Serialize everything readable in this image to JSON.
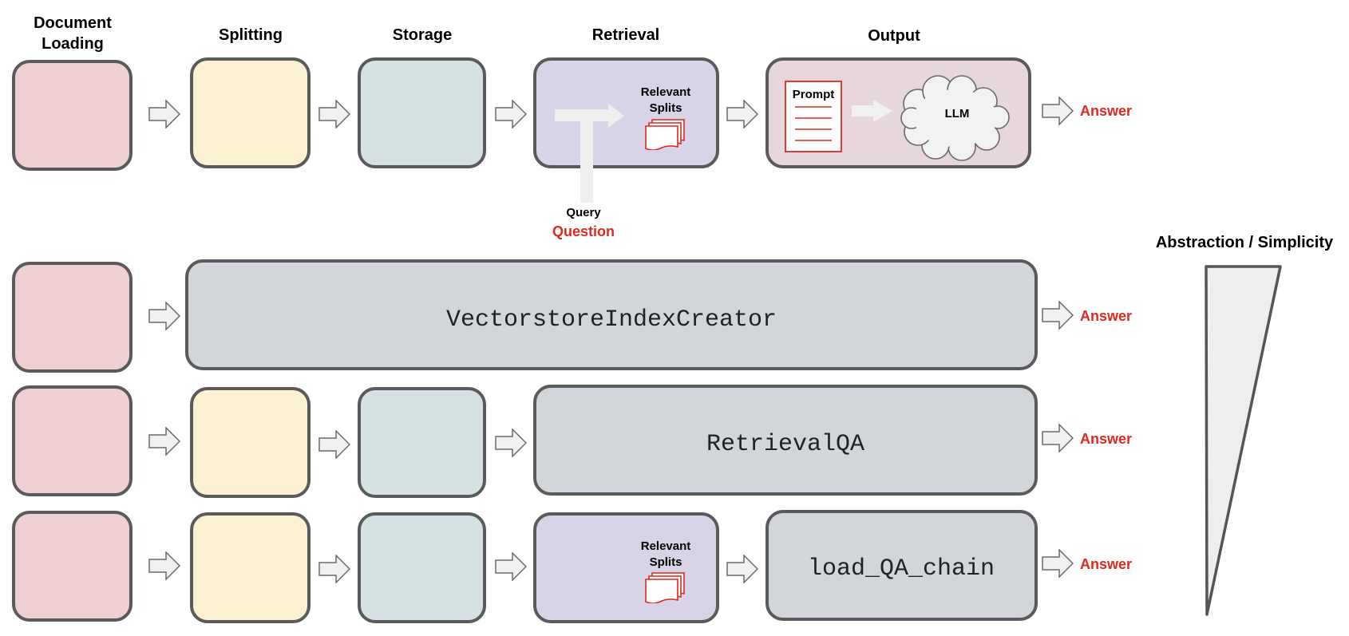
{
  "colors": {
    "loading": "#efcfd1",
    "splitting": "#fcf2d2",
    "storage": "#d5e1e2",
    "retrieval": "#d9d3e7",
    "output": "#e8d6de",
    "combined": "#d2d5d9",
    "accent_red": "#e0281e"
  },
  "headers": {
    "loading_line1": "Document",
    "loading_line2": "Loading",
    "splitting": "Splitting",
    "storage": "Storage",
    "retrieval": "Retrieval",
    "output": "Output",
    "abstraction": "Abstraction / Simplicity"
  },
  "retrieval": {
    "relevant_line1": "Relevant",
    "relevant_line2": "Splits",
    "query": "Query",
    "question": "Question"
  },
  "output": {
    "prompt": "Prompt",
    "llm": "LLM"
  },
  "answer_label": "Answer",
  "methods": {
    "vectorstore": "VectorstoreIndexCreator",
    "retrievalqa": "RetrievalQA",
    "load_qa": "load_QA_chain"
  },
  "row4": {
    "relevant_line1": "Relevant",
    "relevant_line2": "Splits"
  },
  "icons": [
    "right-arrow-icon",
    "document-stack-icon",
    "prompt-document-icon",
    "cloud-icon",
    "wedge-icon"
  ]
}
